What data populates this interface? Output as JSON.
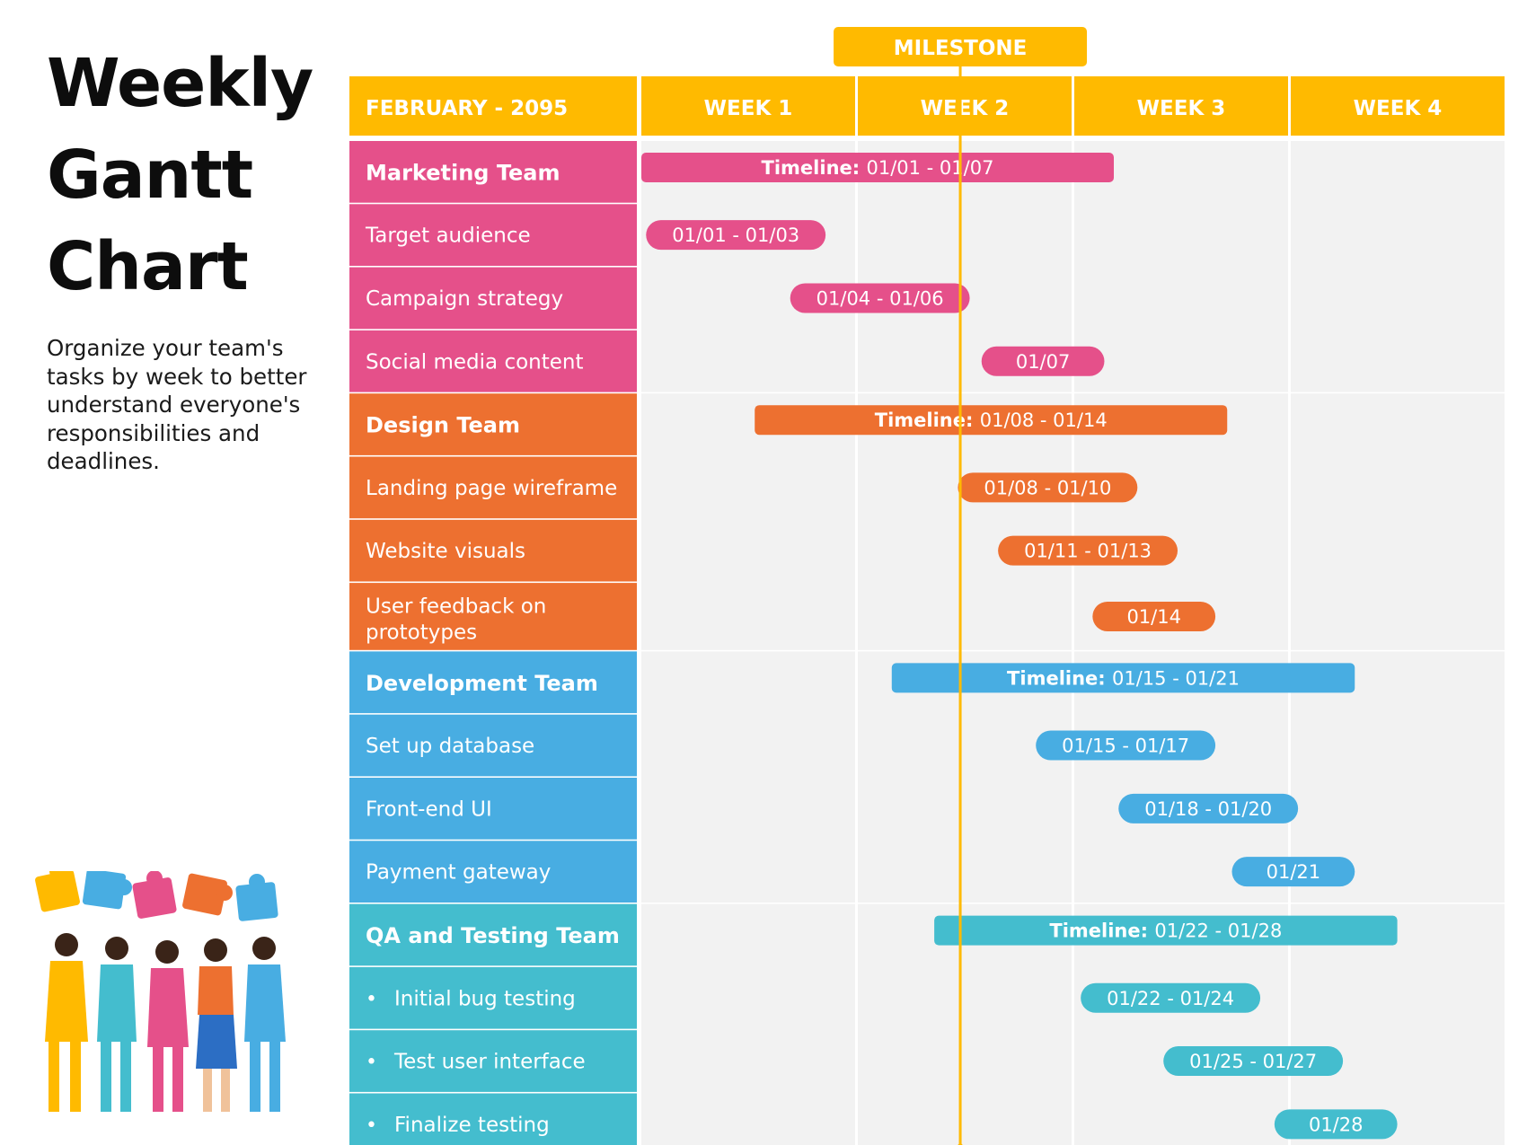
{
  "title_lines": [
    "Weekly",
    "Gantt",
    "Chart"
  ],
  "description": "Organize your team's tasks by week to better understand everyone's responsibilities and deadlines.",
  "chart_data": {
    "type": "gantt",
    "period_label": "FEBRUARY - 2095",
    "weeks": [
      "WEEK 1",
      "WEEK 2",
      "WEEK 3",
      "WEEK 4"
    ],
    "x_range_days": [
      1,
      28
    ],
    "milestone": {
      "label": "MILESTONE",
      "day": 14.5
    },
    "colors": {
      "header": "#FFBA00",
      "milestone": "#FFBA00",
      "grid_bg": "#F2F2F2"
    },
    "groups": [
      {
        "name": "Marketing Team",
        "color": "#E5508A",
        "timeline_label": "Timeline:",
        "timeline_range": "01/01 - 01/07",
        "bar_start": 1,
        "bar_end": 21,
        "tasks": [
          {
            "name": "Target audience",
            "label": "01/01 - 01/03",
            "start": 1.2,
            "end": 8.8,
            "bullet": false
          },
          {
            "name": "Campaign strategy",
            "label": "01/04 - 01/06",
            "start": 7.3,
            "end": 14.9,
            "bullet": false
          },
          {
            "name": "Social media content",
            "label": "01/07",
            "start": 15.4,
            "end": 20.6,
            "bullet": false
          }
        ]
      },
      {
        "name": "Design Team",
        "color": "#ED7030",
        "timeline_label": "Timeline:",
        "timeline_range": "01/08 - 01/14",
        "bar_start": 5.8,
        "bar_end": 25.8,
        "tasks": [
          {
            "name": "Landing page wireframe",
            "label": "01/08 - 01/10",
            "start": 14.4,
            "end": 22.0,
            "bullet": false
          },
          {
            "name": "Website visuals",
            "label": "01/11 - 01/13",
            "start": 16.1,
            "end": 23.7,
            "bullet": false
          },
          {
            "name": "User feedback on prototypes",
            "label": "01/14",
            "start": 20.1,
            "end": 25.3,
            "bullet": false
          }
        ]
      },
      {
        "name": "Development Team",
        "color": "#48ADE2",
        "timeline_label": "Timeline:",
        "timeline_range": "01/15 - 01/21",
        "bar_start": 11.6,
        "bar_end": 31.2,
        "tasks": [
          {
            "name": "Set up database",
            "label": "01/15 - 01/17",
            "start": 17.7,
            "end": 25.3,
            "bullet": false
          },
          {
            "name": "Front-end UI",
            "label": "01/18 - 01/20",
            "start": 21.2,
            "end": 28.8,
            "bullet": false
          },
          {
            "name": "Payment gateway",
            "label": "01/21",
            "start": 26.0,
            "end": 31.2,
            "bullet": false
          }
        ]
      },
      {
        "name": "QA and Testing Team",
        "color": "#44BDCE",
        "timeline_label": "Timeline:",
        "timeline_range": "01/22 - 01/28",
        "bar_start": 13.4,
        "bar_end": 33.0,
        "tasks": [
          {
            "name": "Initial bug testing",
            "label": "01/22 - 01/24",
            "start": 19.6,
            "end": 27.2,
            "bullet": true
          },
          {
            "name": "Test user interface",
            "label": "01/25 - 01/27",
            "start": 23.1,
            "end": 30.7,
            "bullet": true
          },
          {
            "name": "Finalize testing",
            "label": "01/28",
            "start": 27.8,
            "end": 33.0,
            "bullet": true
          }
        ]
      }
    ]
  }
}
